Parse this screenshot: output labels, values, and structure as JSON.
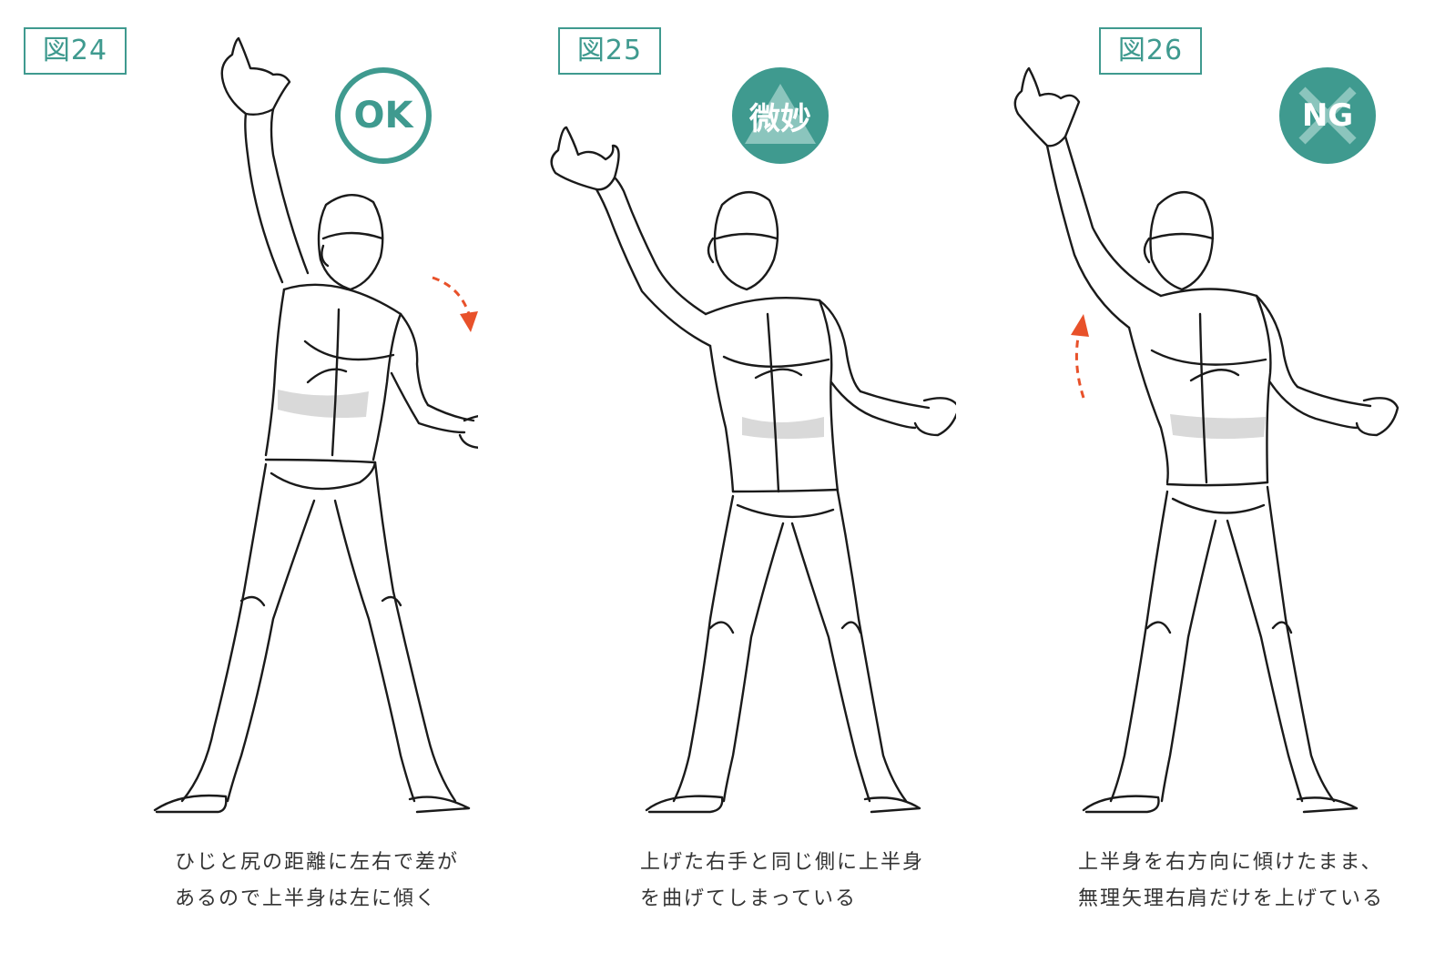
{
  "colors": {
    "accent": "#3f9a8f",
    "arrow": "#e8512a",
    "shade": "#d9d9d9",
    "ink": "#1a1a1a"
  },
  "panels": [
    {
      "label": "図24",
      "badge": {
        "type": "ok",
        "text": "OK",
        "icon": "ok-circle-icon"
      },
      "arrow": "curved-arrow-down-icon",
      "caption": [
        "ひじと尻の距離に左右で差が",
        "あるので上半身は左に傾く"
      ]
    },
    {
      "label": "図25",
      "badge": {
        "type": "mid",
        "text": "微妙",
        "icon": "triangle-icon"
      },
      "arrow": "",
      "caption": [
        "上げた右手と同じ側に上半身",
        "を曲げてしまっている"
      ]
    },
    {
      "label": "図26",
      "badge": {
        "type": "ng",
        "text": "NG",
        "icon": "cross-icon"
      },
      "arrow": "curved-arrow-up-icon",
      "caption": [
        "上半身を右方向に傾けたまま、",
        "無理矢理右肩だけを上げている"
      ]
    }
  ]
}
